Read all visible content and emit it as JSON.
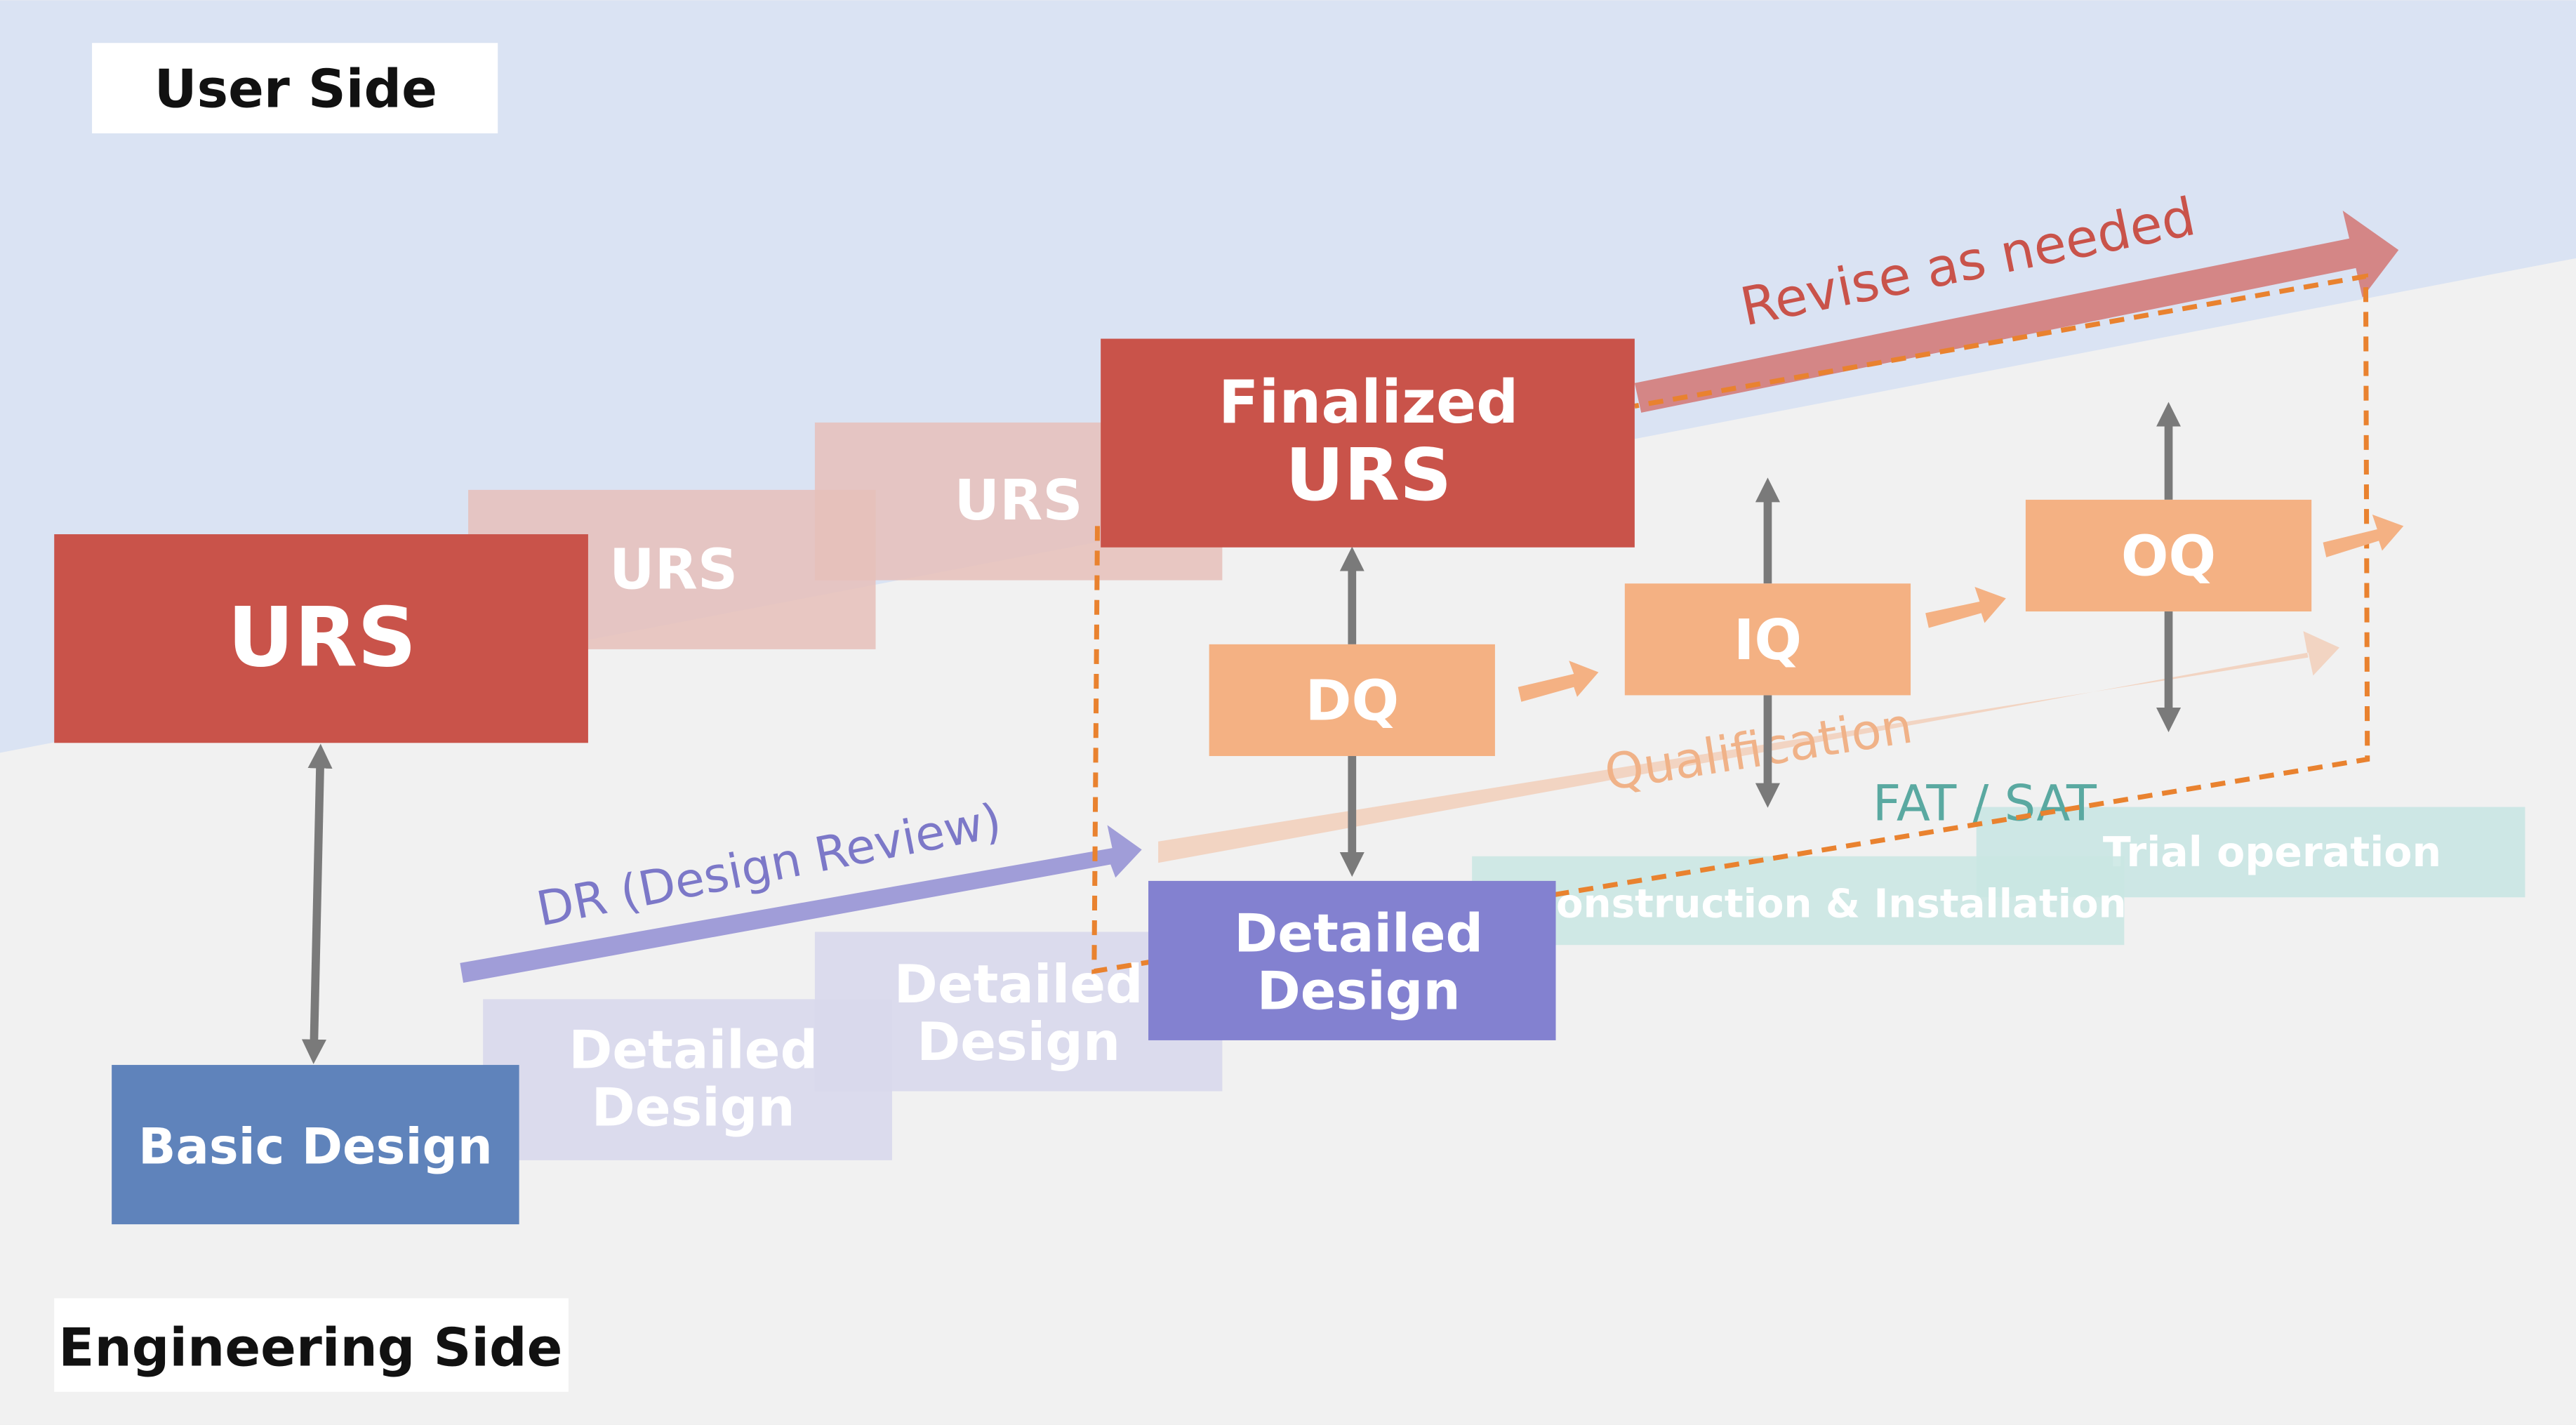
{
  "labels": {
    "user_side": "User Side",
    "engineering_side": "Engineering Side",
    "urs": "URS",
    "urs_revision_1": "URS",
    "urs_revision_2": "URS",
    "finalized_urs_line1": "Finalized",
    "finalized_urs_line2": "URS",
    "basic_design": "Basic Design",
    "detailed_design_1_line1": "Detailed",
    "detailed_design_1_line2": "Design",
    "detailed_design_2_line1": "Detailed",
    "detailed_design_2_line2": "Design",
    "detailed_design_final_line1": "Detailed",
    "detailed_design_final_line2": "Design",
    "dq": "DQ",
    "iq": "IQ",
    "oq": "OQ",
    "revise_as_needed": "Revise as needed",
    "design_review": "DR (Design Review)",
    "qualification": "Qualification",
    "fat_sat": "FAT / SAT",
    "construction_installation": "Construction & Installation",
    "trial_operation": "Trial operation"
  },
  "colors": {
    "user_side_bg": "#dae3f3",
    "engineering_side_bg": "#f1f1f1",
    "urs_red": "#c9534a",
    "urs_faded": "#e6bfba",
    "basic_design_blue": "#5f83bb",
    "detailed_design_purple": "#8381d0",
    "detailed_design_faded": "#d9d9ec",
    "qualification_orange": "#f4b183",
    "dashed_orange": "#e9822f",
    "fat_sat_teal": "#5aa9a1",
    "teal_band": "#c9e6e3",
    "gray_arrow": "#7a7a7a"
  }
}
